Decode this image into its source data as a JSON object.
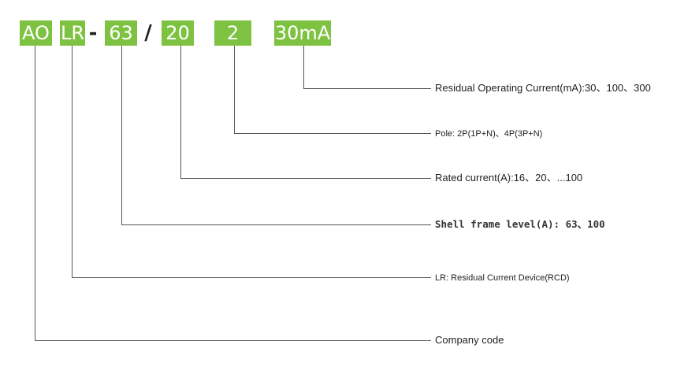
{
  "code_parts": [
    {
      "id": "ao",
      "text": "AO"
    },
    {
      "id": "lr",
      "text": "LR"
    },
    {
      "id": "sep-dash",
      "text": "-"
    },
    {
      "id": "63",
      "text": "63"
    },
    {
      "id": "sep-slash",
      "text": "/"
    },
    {
      "id": "20",
      "text": "20"
    },
    {
      "id": "2",
      "text": "2"
    },
    {
      "id": "30ma",
      "text": "30mA"
    }
  ],
  "labels": {
    "residual_operating_current": "Residual Operating Current(mA):30、100、300",
    "pole": "Pole: 2P(1P+N)、4P(3P+N)",
    "rated_current": "Rated current(A):16、20、...100",
    "shell_frame_level": "Shell frame level(A): 63、100",
    "lr_description": "LR: Residual Current Device(RCD)",
    "company_code": "Company code"
  },
  "colors": {
    "box_fill": "#7ec242",
    "box_text": "#ffffff",
    "line": "#555555",
    "label_text": "#222222"
  }
}
